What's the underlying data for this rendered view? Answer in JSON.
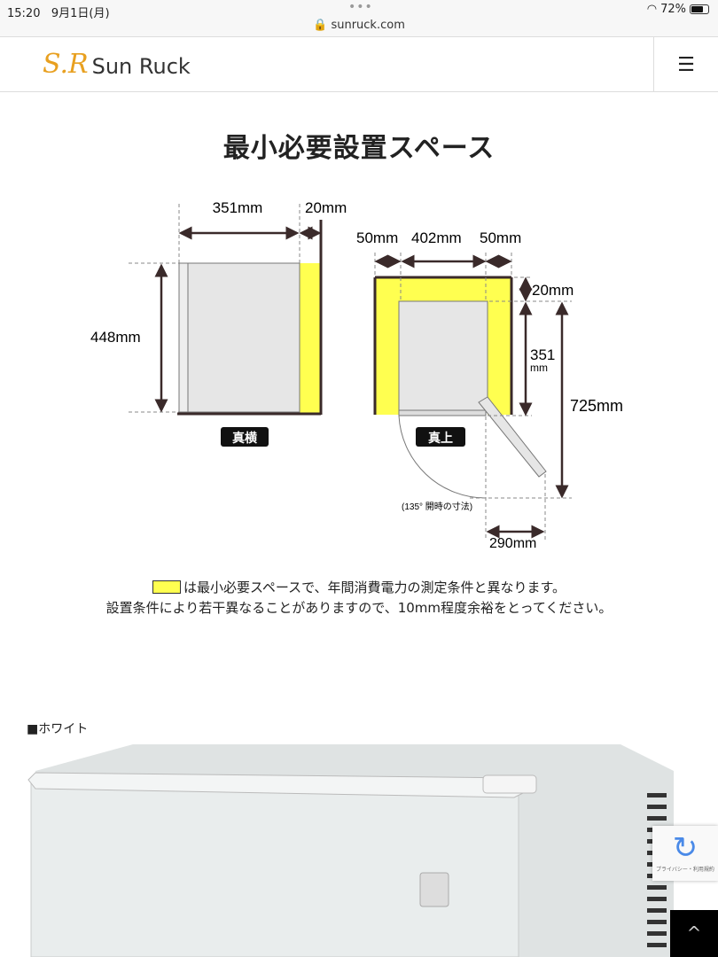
{
  "status_bar": {
    "time": "15:20",
    "date": "9月1日(月)",
    "dots": "•••",
    "url": "sunruck.com",
    "battery": "72%",
    "battery_level": 0.72
  },
  "header": {
    "logo_mark": "S.R",
    "logo_text": "Sun Ruck",
    "menu_icon": "hamburger-icon"
  },
  "title": "最小必要設置スペース",
  "diagram": {
    "side": {
      "width": "351mm",
      "gap": "20mm",
      "height": "448mm",
      "label": "真横"
    },
    "top": {
      "left": "50mm",
      "width": "402mm",
      "right": "50mm",
      "back": "20mm",
      "depth1": "351",
      "depth2": "mm",
      "total": "725mm",
      "label": "真上",
      "note": "(135° 開時の寸法)",
      "door": "290mm"
    },
    "colors": {
      "space": "#ffff50",
      "body": "#e6e6e6",
      "line": "#3a2a2a"
    }
  },
  "note": {
    "line1": "は最小必要スペースで、年間消費電力の測定条件と異なります。",
    "line2": "設置条件により若干異なることがありますので、10mm程度余裕をとってください。"
  },
  "color_label": "■ホワイト",
  "recaptcha": {
    "text": "プライバシー・利用規約"
  },
  "back_to_top": "^"
}
